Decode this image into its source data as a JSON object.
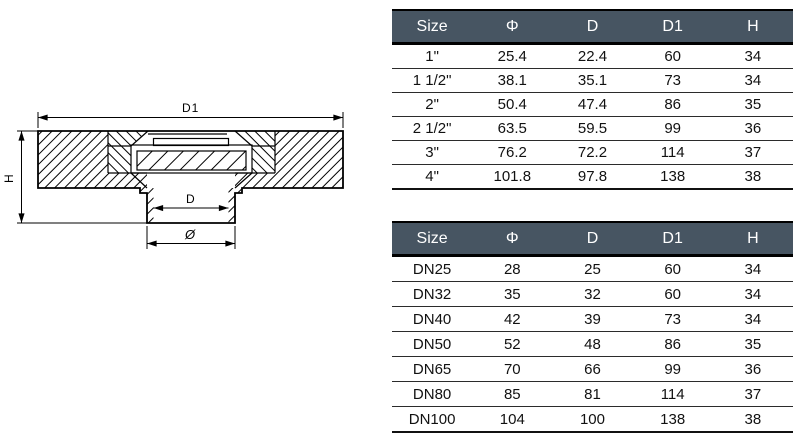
{
  "drawing": {
    "type": "cross-section technical drawing of threaded sight-glass / union flange fitting",
    "labels": {
      "d1": "D1",
      "h": "H",
      "d": "D",
      "phi": "Ø"
    }
  },
  "tables": [
    {
      "name": "inch-size-table",
      "columns": [
        "Size",
        "Φ",
        "D",
        "D1",
        "H"
      ],
      "rows": [
        [
          "1\"",
          "25.4",
          "22.4",
          "60",
          "34"
        ],
        [
          "1 1/2\"",
          "38.1",
          "35.1",
          "73",
          "34"
        ],
        [
          "2\"",
          "50.4",
          "47.4",
          "86",
          "35"
        ],
        [
          "2 1/2\"",
          "63.5",
          "59.5",
          "99",
          "36"
        ],
        [
          "3\"",
          "76.2",
          "72.2",
          "114",
          "37"
        ],
        [
          "4\"",
          "101.8",
          "97.8",
          "138",
          "38"
        ]
      ]
    },
    {
      "name": "dn-size-table",
      "columns": [
        "Size",
        "Φ",
        "D",
        "D1",
        "H"
      ],
      "rows": [
        [
          "DN25",
          "28",
          "25",
          "60",
          "34"
        ],
        [
          "DN32",
          "35",
          "32",
          "60",
          "34"
        ],
        [
          "DN40",
          "42",
          "39",
          "73",
          "34"
        ],
        [
          "DN50",
          "52",
          "48",
          "86",
          "35"
        ],
        [
          "DN65",
          "70",
          "66",
          "99",
          "36"
        ],
        [
          "DN80",
          "85",
          "81",
          "114",
          "37"
        ],
        [
          "DN100",
          "104",
          "100",
          "138",
          "38"
        ]
      ]
    }
  ],
  "colors": {
    "header_bg": "#475562",
    "header_text": "#ffffff",
    "row_text": "#111111",
    "line": "#000000",
    "background": "#ffffff"
  }
}
